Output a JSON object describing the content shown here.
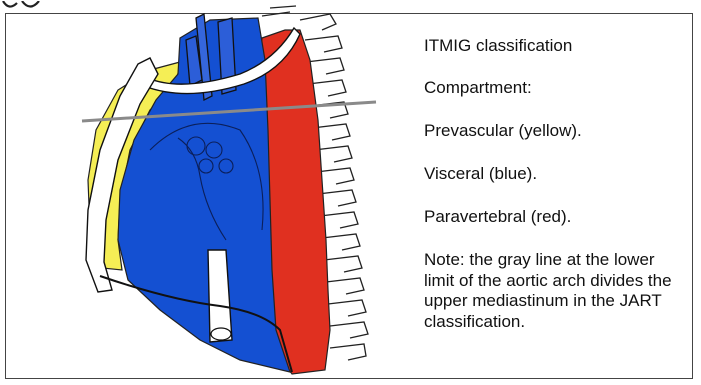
{
  "legend": {
    "title": "ITMIG classification",
    "compartment": "Compartment:",
    "prevascular": "Prevascular (yellow).",
    "visceral": "Visceral (blue).",
    "paravertebral": "Paravertebral (red).",
    "note": "Note: the gray line at the lower limit of the aortic arch divides the upper mediastinum in the JART classification."
  },
  "colors": {
    "prevascular": "#f5ee55",
    "visceral": "#1450d2",
    "paravertebral": "#e03020",
    "line": "#8a8a8a"
  }
}
